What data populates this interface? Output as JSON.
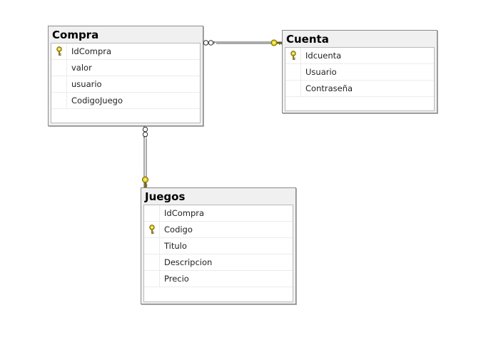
{
  "diagram": {
    "tables": {
      "compra": {
        "name": "Compra",
        "columns": [
          {
            "name": "IdCompra",
            "primary_key": true
          },
          {
            "name": "valor",
            "primary_key": false
          },
          {
            "name": "usuario",
            "primary_key": false
          },
          {
            "name": "CodigoJuego",
            "primary_key": false
          }
        ]
      },
      "cuenta": {
        "name": "Cuenta",
        "columns": [
          {
            "name": "Idcuenta",
            "primary_key": true
          },
          {
            "name": "Usuario",
            "primary_key": false
          },
          {
            "name": "Contraseña",
            "primary_key": false
          }
        ]
      },
      "juegos": {
        "name": "Juegos",
        "columns": [
          {
            "name": "IdCompra",
            "primary_key": false
          },
          {
            "name": "Codigo",
            "primary_key": true
          },
          {
            "name": "Titulo",
            "primary_key": false
          },
          {
            "name": "Descripcion",
            "primary_key": false
          },
          {
            "name": "Precio",
            "primary_key": false
          }
        ]
      }
    },
    "relationships": [
      {
        "from": "Compra",
        "to": "Cuenta",
        "from_end": "many",
        "to_end": "one"
      },
      {
        "from": "Compra",
        "to": "Juegos",
        "from_end": "many",
        "to_end": "one"
      }
    ],
    "colors": {
      "key_icon": "#e8d21a",
      "table_border": "#8a8a8a",
      "header_background": "#f0f0f0",
      "relation_line": "#444444"
    }
  }
}
